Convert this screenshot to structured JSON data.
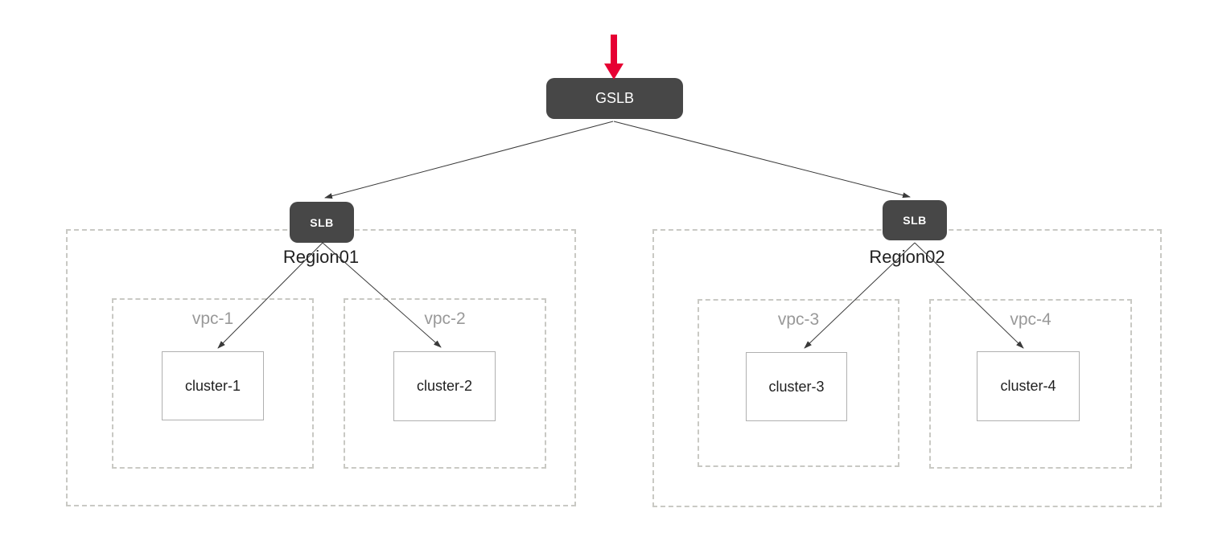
{
  "colors": {
    "accent_red": "#e60033",
    "node_fill": "#474747",
    "node_text": "#ffffff",
    "dashed_border": "#c9c9c4",
    "vpc_label": "#999999",
    "cluster_border": "#b0b0b0",
    "line": "#3a3a3a",
    "label_text": "#1f1f1f",
    "background": "#ffffff"
  },
  "nodes": {
    "gslb": {
      "label": "GSLB"
    },
    "slb_region1": {
      "label": "SLB"
    },
    "slb_region2": {
      "label": "SLB"
    }
  },
  "regions": [
    {
      "label": "Region01",
      "vpcs": [
        {
          "label": "vpc-1",
          "cluster": {
            "label": "cluster-1"
          }
        },
        {
          "label": "vpc-2",
          "cluster": {
            "label": "cluster-2"
          }
        }
      ]
    },
    {
      "label": "Region02",
      "vpcs": [
        {
          "label": "vpc-3",
          "cluster": {
            "label": "cluster-3"
          }
        },
        {
          "label": "vpc-4",
          "cluster": {
            "label": "cluster-4"
          }
        }
      ]
    }
  ]
}
